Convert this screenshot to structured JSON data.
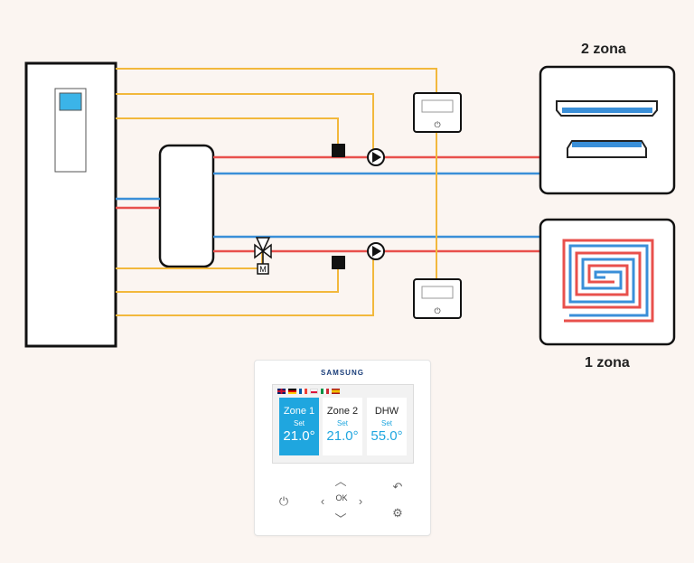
{
  "labels": {
    "zone2_title": "2 zona",
    "zone1_title": "1 zona"
  },
  "colors": {
    "hot_pipe": "#e8504c",
    "cold_pipe": "#3a8fd8",
    "signal_wire": "#f2b83c",
    "outline": "#111111",
    "accent": "#1fa6df"
  },
  "controller": {
    "brand": "SAMSUNG",
    "flags": [
      "gb-flag",
      "de-flag",
      "fr-flag",
      "pl-flag",
      "it-flag",
      "es-flag"
    ],
    "tiles": [
      {
        "name": "Zone 1",
        "set_label": "Set",
        "value": "21.0°"
      },
      {
        "name": "Zone 2",
        "set_label": "Set",
        "value": "21.0°"
      },
      {
        "name": "DHW",
        "set_label": "Set",
        "value": "55.0°"
      }
    ],
    "buttons": {
      "power_icon": "power-icon",
      "up_icon": "chevron-up-icon",
      "left_icon": "chevron-left-icon",
      "ok_label": "OK",
      "right_icon": "chevron-right-icon",
      "down_icon": "chevron-down-icon",
      "back_icon": "back-icon",
      "settings_icon": "gear-icon"
    }
  },
  "thermostats": {
    "power_symbol": "⏻"
  },
  "valve_motor_label": "M"
}
